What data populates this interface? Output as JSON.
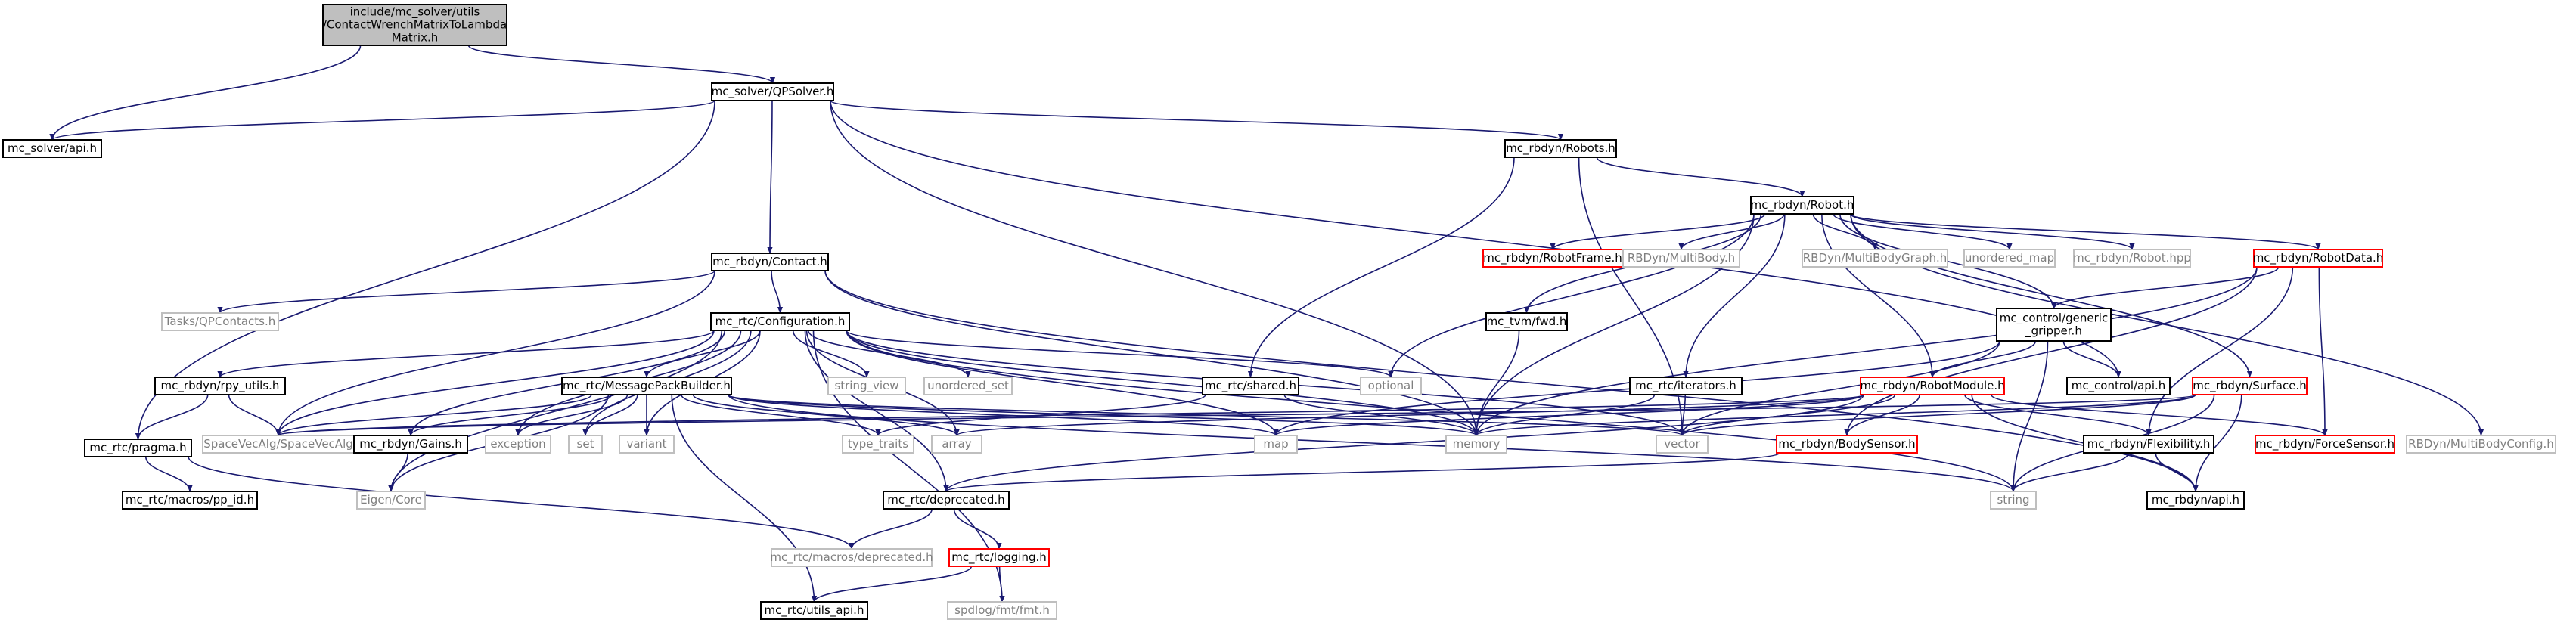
{
  "colors": {
    "edge": "#191970",
    "normal_border": "#000000",
    "missing_border": "#bfbfbf",
    "missing_text": "#7f7f7f",
    "truncated_border": "#ff0000",
    "root_fill": "#bfbfbf",
    "node_fill": "#ffffff",
    "text": "#000000"
  },
  "nodes": [
    {
      "id": "root",
      "lines": [
        "include/mc_solver/utils",
        "/ContactWrenchMatrixToLambda",
        "Matrix.h"
      ],
      "kind": "root"
    },
    {
      "id": "qpsolver",
      "lines": [
        "mc_solver/QPSolver.h"
      ],
      "kind": "normal"
    },
    {
      "id": "solver_api",
      "lines": [
        "mc_solver/api.h"
      ],
      "kind": "normal"
    },
    {
      "id": "robots",
      "lines": [
        "mc_rbdyn/Robots.h"
      ],
      "kind": "normal"
    },
    {
      "id": "robot",
      "lines": [
        "mc_rbdyn/Robot.h"
      ],
      "kind": "normal"
    },
    {
      "id": "contact",
      "lines": [
        "mc_rbdyn/Contact.h"
      ],
      "kind": "normal"
    },
    {
      "id": "robotframe",
      "lines": [
        "mc_rbdyn/RobotFrame.h"
      ],
      "kind": "truncated"
    },
    {
      "id": "multibody",
      "lines": [
        "RBDyn/MultiBody.h"
      ],
      "kind": "missing"
    },
    {
      "id": "multibodygraph",
      "lines": [
        "RBDyn/MultiBodyGraph.h"
      ],
      "kind": "missing"
    },
    {
      "id": "unordered_map",
      "lines": [
        "unordered_map"
      ],
      "kind": "missing"
    },
    {
      "id": "robot_hpp",
      "lines": [
        "mc_rbdyn/Robot.hpp"
      ],
      "kind": "missing"
    },
    {
      "id": "robotdata",
      "lines": [
        "mc_rbdyn/RobotData.h"
      ],
      "kind": "truncated"
    },
    {
      "id": "qpcontacts",
      "lines": [
        "Tasks/QPContacts.h"
      ],
      "kind": "missing"
    },
    {
      "id": "configuration",
      "lines": [
        "mc_rtc/Configuration.h"
      ],
      "kind": "normal"
    },
    {
      "id": "generic_gripper",
      "lines": [
        "mc_control/generic",
        "_gripper.h"
      ],
      "kind": "normal"
    },
    {
      "id": "tvm_fwd",
      "lines": [
        "mc_tvm/fwd.h"
      ],
      "kind": "normal"
    },
    {
      "id": "rpy_utils",
      "lines": [
        "mc_rbdyn/rpy_utils.h"
      ],
      "kind": "normal"
    },
    {
      "id": "msgpack",
      "lines": [
        "mc_rtc/MessagePackBuilder.h"
      ],
      "kind": "normal"
    },
    {
      "id": "string_view",
      "lines": [
        "string_view"
      ],
      "kind": "missing"
    },
    {
      "id": "unordered_set",
      "lines": [
        "unordered_set"
      ],
      "kind": "missing"
    },
    {
      "id": "optional",
      "lines": [
        "optional"
      ],
      "kind": "missing"
    },
    {
      "id": "shared",
      "lines": [
        "mc_rtc/shared.h"
      ],
      "kind": "normal"
    },
    {
      "id": "iterators",
      "lines": [
        "mc_rtc/iterators.h"
      ],
      "kind": "normal"
    },
    {
      "id": "robotmodule",
      "lines": [
        "mc_rbdyn/RobotModule.h"
      ],
      "kind": "truncated"
    },
    {
      "id": "control_api",
      "lines": [
        "mc_control/api.h"
      ],
      "kind": "normal"
    },
    {
      "id": "surface",
      "lines": [
        "mc_rbdyn/Surface.h"
      ],
      "kind": "truncated"
    },
    {
      "id": "pragma",
      "lines": [
        "mc_rtc/pragma.h"
      ],
      "kind": "normal"
    },
    {
      "id": "spacevec",
      "lines": [
        "SpaceVecAlg/SpaceVecAlg"
      ],
      "kind": "missing"
    },
    {
      "id": "gains",
      "lines": [
        "mc_rbdyn/Gains.h"
      ],
      "kind": "normal"
    },
    {
      "id": "exception",
      "lines": [
        "exception"
      ],
      "kind": "missing"
    },
    {
      "id": "set",
      "lines": [
        "set"
      ],
      "kind": "missing"
    },
    {
      "id": "variant",
      "lines": [
        "variant"
      ],
      "kind": "missing"
    },
    {
      "id": "type_traits",
      "lines": [
        "type_traits"
      ],
      "kind": "missing"
    },
    {
      "id": "array",
      "lines": [
        "array"
      ],
      "kind": "missing"
    },
    {
      "id": "map",
      "lines": [
        "map"
      ],
      "kind": "missing"
    },
    {
      "id": "memory",
      "lines": [
        "memory"
      ],
      "kind": "missing"
    },
    {
      "id": "vector",
      "lines": [
        "vector"
      ],
      "kind": "missing"
    },
    {
      "id": "bodysensor",
      "lines": [
        "mc_rbdyn/BodySensor.h"
      ],
      "kind": "truncated"
    },
    {
      "id": "flexibility",
      "lines": [
        "mc_rbdyn/Flexibility.h"
      ],
      "kind": "normal"
    },
    {
      "id": "forcesensor",
      "lines": [
        "mc_rbdyn/ForceSensor.h"
      ],
      "kind": "truncated"
    },
    {
      "id": "multibodyconfig",
      "lines": [
        "RBDyn/MultiBodyConfig.h"
      ],
      "kind": "missing"
    },
    {
      "id": "pp_id",
      "lines": [
        "mc_rtc/macros/pp_id.h"
      ],
      "kind": "normal"
    },
    {
      "id": "eigen",
      "lines": [
        "Eigen/Core"
      ],
      "kind": "missing"
    },
    {
      "id": "deprecated",
      "lines": [
        "mc_rtc/deprecated.h"
      ],
      "kind": "normal"
    },
    {
      "id": "string",
      "lines": [
        "string"
      ],
      "kind": "missing"
    },
    {
      "id": "rbdyn_api",
      "lines": [
        "mc_rbdyn/api.h"
      ],
      "kind": "normal"
    },
    {
      "id": "macros_deprecated",
      "lines": [
        "mc_rtc/macros/deprecated.h"
      ],
      "kind": "missing"
    },
    {
      "id": "logging",
      "lines": [
        "mc_rtc/logging.h"
      ],
      "kind": "truncated"
    },
    {
      "id": "utils_api",
      "lines": [
        "mc_rtc/utils_api.h"
      ],
      "kind": "normal"
    },
    {
      "id": "fmt",
      "lines": [
        "spdlog/fmt/fmt.h"
      ],
      "kind": "missing"
    }
  ],
  "edges": [
    [
      "root",
      "solver_api"
    ],
    [
      "root",
      "qpsolver"
    ],
    [
      "qpsolver",
      "solver_api"
    ],
    [
      "qpsolver",
      "robots"
    ],
    [
      "qpsolver",
      "contact"
    ],
    [
      "qpsolver",
      "pragma"
    ],
    [
      "qpsolver",
      "memory"
    ],
    [
      "qpsolver",
      "control_api"
    ],
    [
      "robots",
      "robot"
    ],
    [
      "robots",
      "shared"
    ],
    [
      "robots",
      "vector"
    ],
    [
      "robot",
      "robotframe"
    ],
    [
      "robot",
      "multibody"
    ],
    [
      "robot",
      "multibodygraph"
    ],
    [
      "robot",
      "unordered_map"
    ],
    [
      "robot",
      "robot_hpp"
    ],
    [
      "robot",
      "robotdata"
    ],
    [
      "robot",
      "tvm_fwd"
    ],
    [
      "robot",
      "optional"
    ],
    [
      "robot",
      "memory"
    ],
    [
      "robot",
      "robotmodule"
    ],
    [
      "robot",
      "surface"
    ],
    [
      "robot",
      "generic_gripper"
    ],
    [
      "robot",
      "iterators"
    ],
    [
      "robot",
      "multibodyconfig"
    ],
    [
      "robotdata",
      "generic_gripper"
    ],
    [
      "robotdata",
      "bodysensor"
    ],
    [
      "robotdata",
      "flexibility"
    ],
    [
      "robotdata",
      "forcesensor"
    ],
    [
      "robotdata",
      "memory"
    ],
    [
      "contact",
      "qpcontacts"
    ],
    [
      "contact",
      "configuration"
    ],
    [
      "contact",
      "spacevec"
    ],
    [
      "contact",
      "memory"
    ],
    [
      "contact",
      "rbdyn_api"
    ],
    [
      "configuration",
      "rpy_utils"
    ],
    [
      "configuration",
      "msgpack"
    ],
    [
      "configuration",
      "string_view"
    ],
    [
      "configuration",
      "unordered_set"
    ],
    [
      "configuration",
      "optional"
    ],
    [
      "configuration",
      "spacevec"
    ],
    [
      "configuration",
      "gains"
    ],
    [
      "configuration",
      "exception"
    ],
    [
      "configuration",
      "set"
    ],
    [
      "configuration",
      "variant"
    ],
    [
      "configuration",
      "array"
    ],
    [
      "configuration",
      "map"
    ],
    [
      "configuration",
      "memory"
    ],
    [
      "configuration",
      "vector"
    ],
    [
      "configuration",
      "deprecated"
    ],
    [
      "configuration",
      "string"
    ],
    [
      "configuration",
      "fmt"
    ],
    [
      "configuration",
      "eigen"
    ],
    [
      "generic_gripper",
      "control_api"
    ],
    [
      "generic_gripper",
      "robotmodule"
    ],
    [
      "generic_gripper",
      "string"
    ],
    [
      "generic_gripper",
      "vector"
    ],
    [
      "generic_gripper",
      "map"
    ],
    [
      "tvm_fwd",
      "memory"
    ],
    [
      "rpy_utils",
      "pragma"
    ],
    [
      "rpy_utils",
      "spacevec"
    ],
    [
      "msgpack",
      "spacevec"
    ],
    [
      "msgpack",
      "gains"
    ],
    [
      "msgpack",
      "exception"
    ],
    [
      "msgpack",
      "set"
    ],
    [
      "msgpack",
      "variant"
    ],
    [
      "msgpack",
      "type_traits"
    ],
    [
      "msgpack",
      "array"
    ],
    [
      "msgpack",
      "map"
    ],
    [
      "msgpack",
      "memory"
    ],
    [
      "msgpack",
      "vector"
    ],
    [
      "msgpack",
      "string"
    ],
    [
      "msgpack",
      "eigen"
    ],
    [
      "msgpack",
      "utils_api"
    ],
    [
      "shared",
      "type_traits"
    ],
    [
      "shared",
      "memory"
    ],
    [
      "iterators",
      "memory"
    ],
    [
      "iterators",
      "vector"
    ],
    [
      "robotmodule",
      "spacevec"
    ],
    [
      "robotmodule",
      "array"
    ],
    [
      "robotmodule",
      "map"
    ],
    [
      "robotmodule",
      "vector"
    ],
    [
      "robotmodule",
      "bodysensor"
    ],
    [
      "robotmodule",
      "flexibility"
    ],
    [
      "robotmodule",
      "forcesensor"
    ],
    [
      "robotmodule",
      "rbdyn_api"
    ],
    [
      "robotmodule",
      "deprecated"
    ],
    [
      "surface",
      "memory"
    ],
    [
      "surface",
      "vector"
    ],
    [
      "surface",
      "string"
    ],
    [
      "surface",
      "spacevec"
    ],
    [
      "surface",
      "rbdyn_api"
    ],
    [
      "pragma",
      "pp_id"
    ],
    [
      "pragma",
      "macros_deprecated"
    ],
    [
      "gains",
      "eigen"
    ],
    [
      "bodysensor",
      "deprecated"
    ],
    [
      "flexibility",
      "rbdyn_api"
    ],
    [
      "flexibility",
      "string"
    ],
    [
      "deprecated",
      "macros_deprecated"
    ],
    [
      "deprecated",
      "logging"
    ],
    [
      "logging",
      "utils_api"
    ],
    [
      "logging",
      "fmt"
    ]
  ]
}
